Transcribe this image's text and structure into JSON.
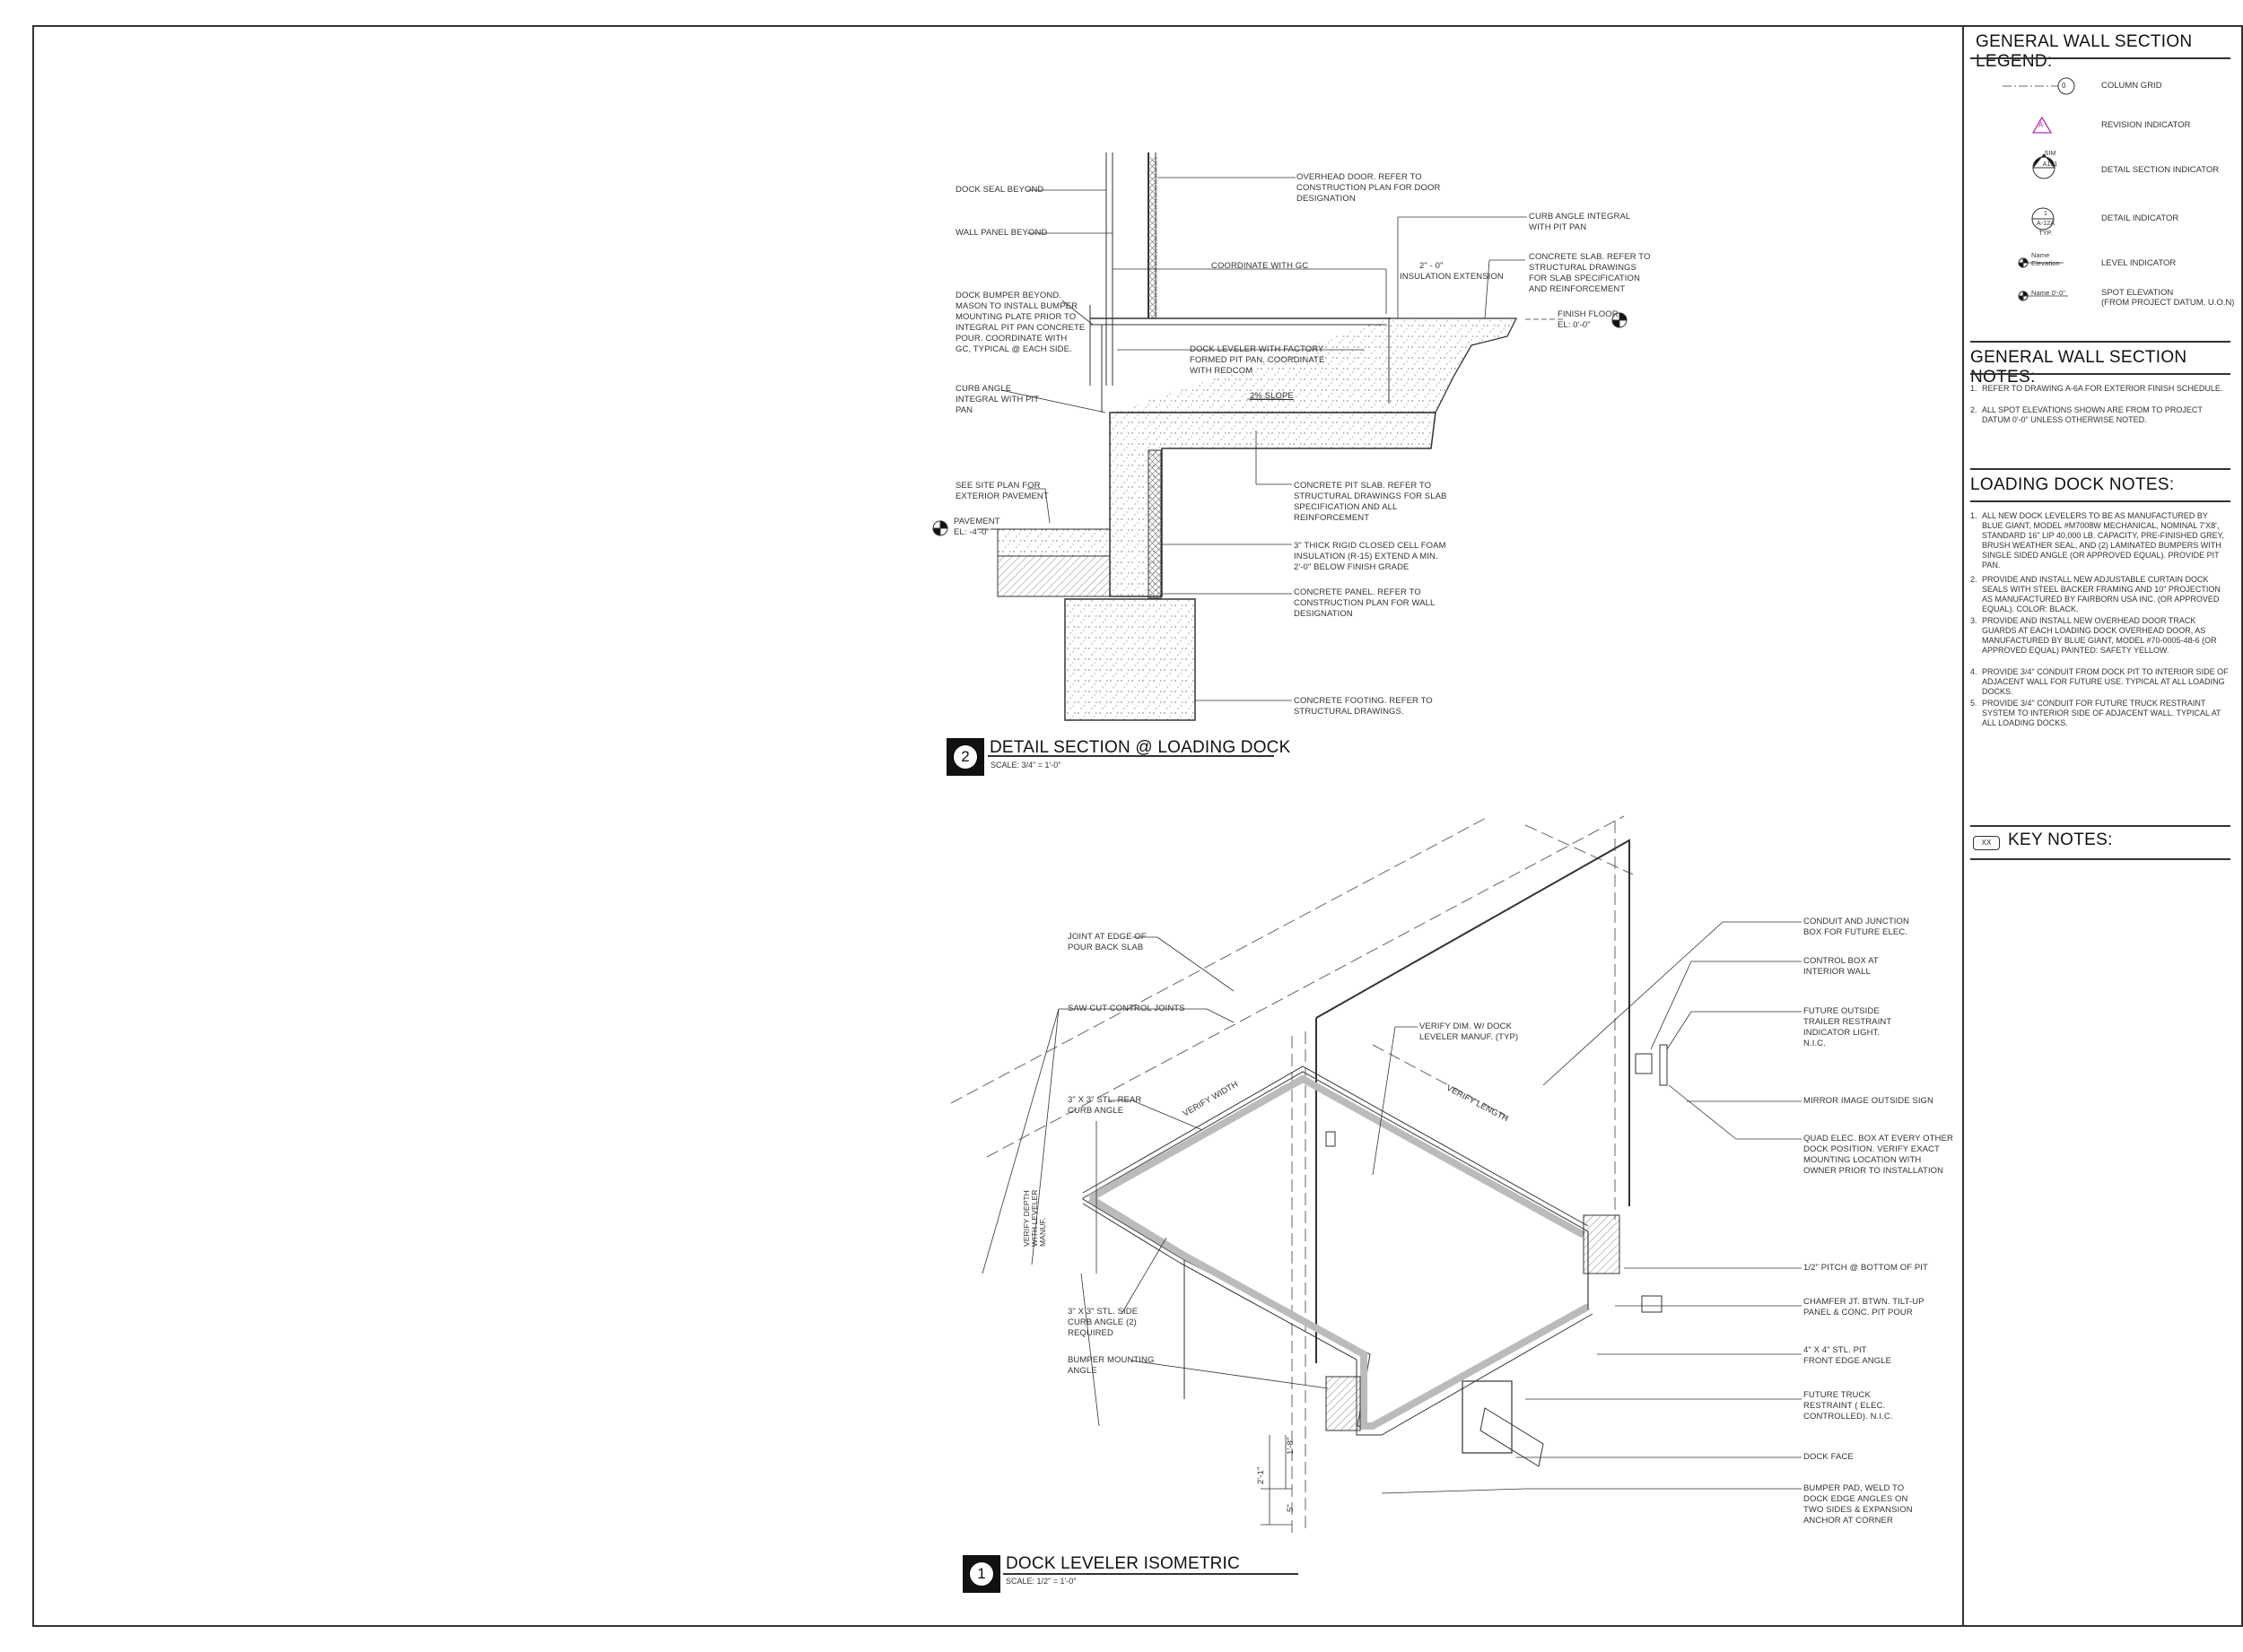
{
  "legend": {
    "title": "GENERAL WALL SECTION LEGEND:",
    "items": [
      {
        "symbol_text": "0",
        "label": "COLUMN GRID"
      },
      {
        "symbol_text": "A",
        "label": "REVISION INDICATOR"
      },
      {
        "symbol_text": "SIM\nA101",
        "label": "DETAIL SECTION INDICATOR"
      },
      {
        "symbol_text": "1\nA-12A\nTYP.",
        "label": "DETAIL INDICATOR"
      },
      {
        "symbol_text": "Name\nElevation",
        "label": "LEVEL INDICATOR"
      },
      {
        "symbol_text": "Name  0'-0\"",
        "label": "SPOT ELEVATION\n(FROM PROJECT DATUM, U.O.N)"
      }
    ]
  },
  "wall_notes": {
    "title": "GENERAL WALL SECTION NOTES:",
    "items": [
      {
        "num": "1.",
        "text": "REFER TO DRAWING A-6A FOR EXTERIOR FINISH SCHEDULE."
      },
      {
        "num": "2.",
        "text": "ALL SPOT ELEVATIONS SHOWN ARE FROM TO PROJECT DATUM 0'-0\" UNLESS OTHERWISE NOTED."
      }
    ]
  },
  "dock_notes": {
    "title": "LOADING DOCK NOTES:",
    "items": [
      {
        "num": "1.",
        "text": "ALL NEW DOCK LEVELERS TO BE AS MANUFACTURED BY BLUE GIANT, MODEL #M7008W MECHANICAL, NOMINAL 7'X8', STANDARD 16\" LIP 40,000 LB. CAPACITY, PRE-FINISHED GREY, BRUSH WEATHER SEAL, AND (2) LAMINATED BUMPERS WITH SINGLE SIDED ANGLE (OR APPROVED EQUAL). PROVIDE PIT PAN."
      },
      {
        "num": "2.",
        "text": "PROVIDE AND INSTALL NEW ADJUSTABLE CURTAIN DOCK SEALS WITH STEEL BACKER FRAMING AND 10\" PROJECTION AS MANUFACTURED BY FAIRBORN USA INC. (OR APPROVED EQUAL). COLOR: BLACK."
      },
      {
        "num": "3.",
        "text": "PROVIDE AND INSTALL NEW OVERHEAD DOOR TRACK GUARDS AT EACH LOADING DOCK OVERHEAD DOOR, AS MANUFACTURED BY BLUE GIANT, MODEL #70-0005-48-6 (OR APPROVED EQUAL) PAINTED: SAFETY YELLOW."
      },
      {
        "num": "4.",
        "text": "PROVIDE 3/4\" CONDUIT FROM DOCK PIT TO INTERIOR SIDE OF ADJACENT WALL FOR FUTURE USE. TYPICAL AT ALL LOADING DOCKS."
      },
      {
        "num": "5.",
        "text": "PROVIDE 3/4\" CONDUIT FOR FUTURE TRUCK RESTRAINT SYSTEM TO INTERIOR SIDE OF ADJACENT WALL. TYPICAL AT ALL LOADING DOCKS."
      }
    ]
  },
  "key_notes": {
    "tag": "XX",
    "title": "KEY NOTES:"
  },
  "detail_section": {
    "number": "2",
    "title": "DETAIL SECTION @ LOADING DOCK",
    "scale": "SCALE:  3/4\" = 1'-0\"",
    "labels": {
      "dock_seal": "DOCK SEAL BEYOND",
      "wall_panel": "WALL PANEL BEYOND",
      "overhead_door": "OVERHEAD DOOR.  REFER TO\nCONSTRUCTION PLAN FOR DOOR\nDESIGNATION",
      "curb_angle_top": "CURB ANGLE INTEGRAL\nWITH PIT PAN",
      "coordinate": "COORDINATE WITH GC",
      "insulation_dim": "2\" - 0\"",
      "insulation_ext": "INSULATION EXTENSION",
      "concrete_slab": "CONCRETE SLAB.  REFER TO\nSTRUCTURAL DRAWINGS\nFOR SLAB SPECIFICATION\nAND REINFORCEMENT",
      "finish_floor": "FINISH FLOOR\nEL: 0'-0\"",
      "dock_bumper": "DOCK BUMPER BEYOND.\nMASON TO INSTALL BUMPER\nMOUNTING PLATE PRIOR TO\nINTEGRAL PIT PAN CONCRETE\nPOUR.  COORDINATE WITH\nGC, TYPICAL @ EACH SIDE.",
      "dock_leveler": "DOCK LEVELER WITH FACTORY\nFORMED PIT PAN.  COORDINATE\nWITH REDCOM",
      "slope": "2% SLOPE",
      "curb_angle_left": "CURB ANGLE\nINTEGRAL WITH PIT\nPAN",
      "site_plan": "SEE SITE PLAN FOR\nEXTERIOR PAVEMENT",
      "pavement": "PAVEMENT\nEL: -4'-0\"",
      "pit_slab": "CONCRETE PIT SLAB.  REFER TO\nSTRUCTURAL DRAWINGS FOR SLAB\nSPECIFICATION AND ALL\nREINFORCEMENT",
      "rigid_foam": "3\" THICK RIGID CLOSED CELL FOAM\nINSULATION (R-15) EXTEND A MIN.\n2'-0\" BELOW FINISH GRADE",
      "concrete_panel": "CONCRETE PANEL.  REFER TO\nCONSTRUCTION PLAN FOR WALL\nDESIGNATION",
      "footing": "CONCRETE FOOTING.  REFER TO\nSTRUCTURAL DRAWINGS."
    }
  },
  "isometric": {
    "number": "1",
    "title": "DOCK LEVELER ISOMETRIC",
    "scale": "SCALE:  1/2\" = 1'-0\"",
    "labels": {
      "joint": "JOINT AT EDGE OF\nPOUR BACK SLAB",
      "saw_cut": "SAW CUT CONTROL JOINTS",
      "rear_curb": "3\" X 3\" STL. REAR\nCURB ANGLE",
      "verify_width": "VERIFY WIDTH",
      "verify_dim": "VERIFY DIM. W/ DOCK\nLEVELER MANUF. (TYP)",
      "verify_length": "VERIFY LENGTH",
      "verify_depth": "VERIFY DEPTH\nWITH LEVELER\nMANUF.",
      "side_curb": "3\" X 3\" STL. SIDE\nCURB ANGLE (2)\nREQUIRED",
      "bumper_angle": "BUMPER MOUNTING\nANGLE",
      "dim_21": "2'-1\"",
      "dim_18": "1'-8\"",
      "dim_5": "5\"",
      "conduit": "CONDUIT AND JUNCTION\nBOX FOR FUTURE ELEC.",
      "control_box": "CONTROL BOX AT\nINTERIOR WALL",
      "trailer": "FUTURE OUTSIDE\nTRAILER RESTRAINT\nINDICATOR LIGHT.\nN.I.C.",
      "mirror": "MIRROR IMAGE OUTSIDE SIGN",
      "quad": "QUAD ELEC. BOX AT EVERY OTHER\nDOCK POSITION. VERIFY EXACT\nMOUNTING LOCATION WITH\nOWNER PRIOR TO INSTALLATION",
      "pitch": "1/2\" PITCH @ BOTTOM OF PIT",
      "chamfer": "CHAMFER JT. BTWN. TILT-UP\nPANEL & CONC. PIT POUR",
      "front_angle": "4\" X 4\" STL. PIT\nFRONT EDGE ANGLE",
      "truck_restraint": "FUTURE TRUCK\nRESTRAINT ( ELEC.\nCONTROLLED).  N.I.C.",
      "dock_face": "DOCK FACE",
      "bumper_pad": "BUMPER PAD, WELD TO\nDOCK EDGE ANGLES ON\nTWO SIDES & EXPANSION\nANCHOR AT CORNER"
    }
  }
}
